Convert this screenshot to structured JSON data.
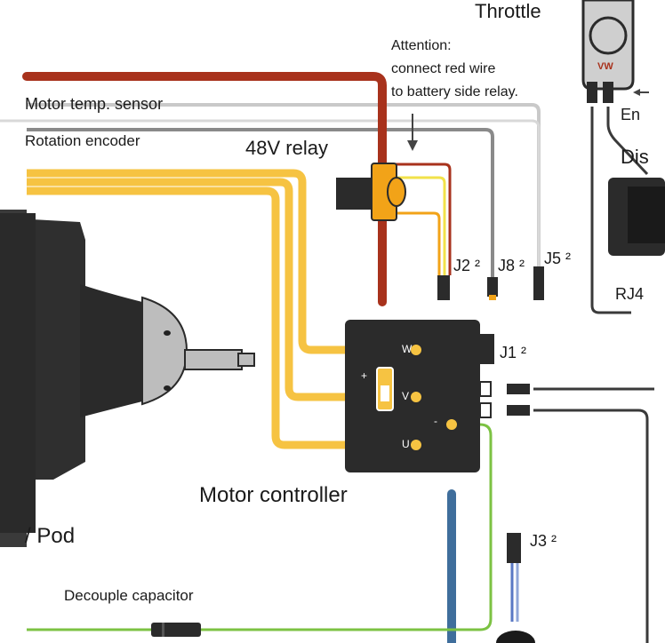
{
  "labels": {
    "throttle": "Throttle",
    "attention_line1": "Attention:",
    "attention_line2": "connect red wire",
    "attention_line3": "to battery side relay.",
    "motor_temp_sensor": "Motor temp. sensor",
    "rotation_encoder": "Rotation encoder",
    "relay_48v": "48V relay",
    "j2": "J2 ²",
    "j8": "J8 ²",
    "j5": "J5 ²",
    "j1": "J1 ²",
    "j3": "J3 ²",
    "motor_controller": "Motor controller",
    "pod": "/ Pod",
    "decouple_capacitor": "Decouple capacitor",
    "en_partial": "En",
    "dis_partial": "Dis",
    "rj_partial": "RJ4",
    "terminal_w": "W",
    "terminal_v": "V",
    "terminal_u": "U",
    "plus_sign": "+",
    "minus_sign": "-",
    "throttle_logo": "VW"
  },
  "colors": {
    "red_wire": "#a8321c",
    "yellow_wire": "#f6c342",
    "grey_wire": "#c9c9c9",
    "dark_grey_wire": "#8a8a8a",
    "green_wire": "#7cc243",
    "blue_wire": "#3f6e9c",
    "housing": "#2b2b2b",
    "relay_orange": "#f2a318",
    "throttle_body": "#cfcfcf"
  }
}
